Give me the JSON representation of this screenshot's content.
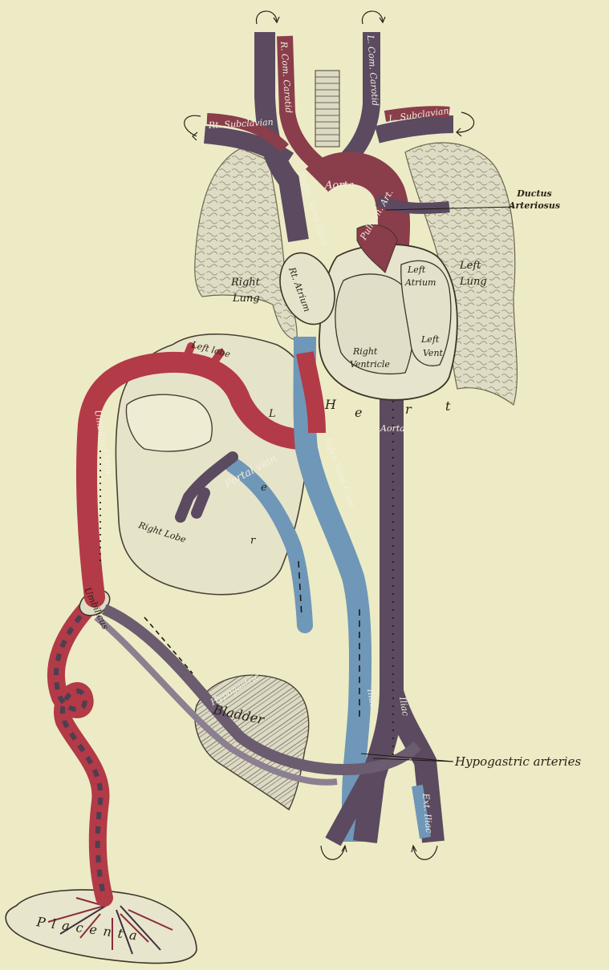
{
  "labels": {
    "ductus_1": "Ductus",
    "ductus_2": "Arteriosus",
    "hypogastric": "Hypogastric arteries",
    "aorta_upper": "Aorta",
    "aorta_lower": "Aorta",
    "right_lung_1": "Right",
    "right_lung_2": "Lung",
    "left_lung_1": "Left",
    "left_lung_2": "Lung",
    "left_lobe": "Left lobe",
    "right_lobe": "Right Lobe",
    "right_ventricle_1": "Right",
    "right_ventricle_2": "Ventricle",
    "left_ventricle_1": "Left",
    "left_ventricle_2": "Vent",
    "left_atrium_1": "Left",
    "left_atrium_2": "Atrium",
    "right_atrium": "Rt. Atrium",
    "pulmonary": "Pulmon. Art.",
    "superior_vena_cava": "Super. Vena Cava",
    "inferior_vena_cava": "Infer. Vena Cava",
    "portal_vein": "Portal vein",
    "umbilical_vein": "Umbilical Vein",
    "umbilicus": "Umbilicus",
    "bladder": "Bladder",
    "placenta": "Placenta",
    "heart_h": "H",
    "heart_e": "e",
    "heart_r": "r",
    "heart_t": "t",
    "liver_l": "L",
    "liver_e": "e",
    "liver_r": "r",
    "r_sub_artery": "Rt. Subclavian",
    "l_sub_artery": "L. Subclavian",
    "r_com_carotid": "R. Com. Carotid",
    "l_com_carotid": "L. Com. Carotid",
    "iliac_left": "Iliac",
    "iliac_right": "Iliac",
    "hypogastric_vessel": "Hypogastric",
    "ext_iliac": "Ext. Iliac"
  },
  "colors": {
    "background": "#ecebc5",
    "artery_red": "#b33a47",
    "vein_blue": "#6f97b8",
    "mixed_purple": "#5b4a60",
    "lung_fill": "#deddc6",
    "organ_outline": "#4a4035"
  },
  "icons": [
    "trachea-icon",
    "loop-arrow-icon",
    "flow-arrow-icon"
  ]
}
